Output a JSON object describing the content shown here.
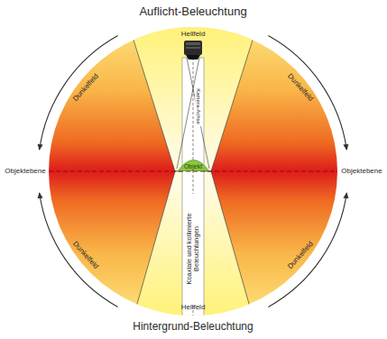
{
  "diagram": {
    "nodes": [
      {
        "text": [
          "Objekt"
        ]
      }
    ],
    "labels": [
      "Auflicht-Beleuchtung",
      "Hellfeld",
      "Dunkelfeld",
      "Dunkelfeld",
      "Objektebene",
      "Objektebene",
      "Kamera-Achse",
      "Koaxiale und kollimierte Beleuchtungen",
      "Dunkelfeld",
      "Dunkelfeld",
      "Hellfeld",
      "Hintergrund-Beleuchtung"
    ]
  }
}
